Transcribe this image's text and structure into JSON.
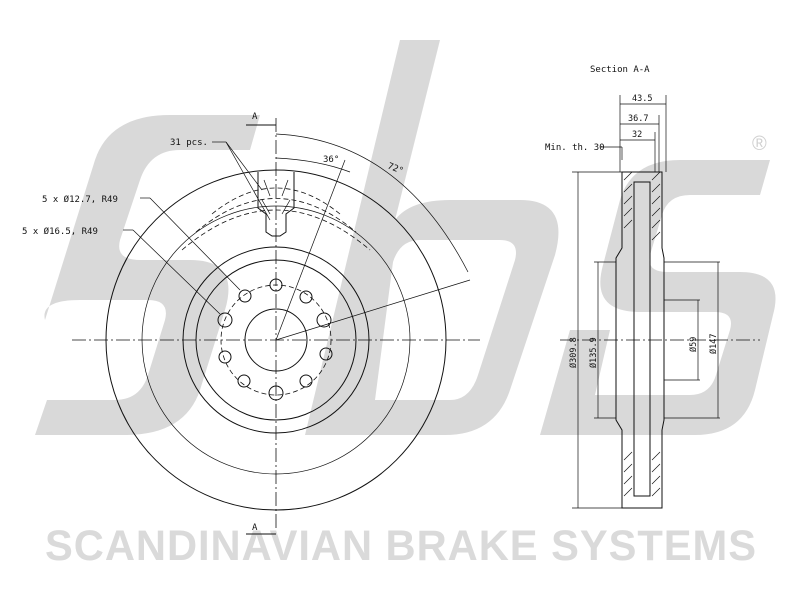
{
  "watermark": {
    "brand_text": "SCANDINAVIAN BRAKE SYSTEMS",
    "registered_mark": "®",
    "logo": "sbs",
    "color": "#dadada"
  },
  "front_view": {
    "section_mark_top": "A",
    "section_mark_bottom": "A",
    "vents_label": "31 pcs.",
    "hole_label_1": "5 x Ø12.7, R49",
    "hole_label_2": "5 x Ø16.5, R49",
    "angle_1": "36°",
    "angle_2": "72°"
  },
  "section_view": {
    "title": "Section A-A",
    "min_thickness": "Min. th. 30",
    "width_overall": "43.5",
    "width_mid": "36.7",
    "width_inner": "32",
    "dia_outer": "Ø309.8",
    "dia_hat": "Ø135.9",
    "dia_center": "Ø59",
    "dia_hub": "Ø147"
  }
}
